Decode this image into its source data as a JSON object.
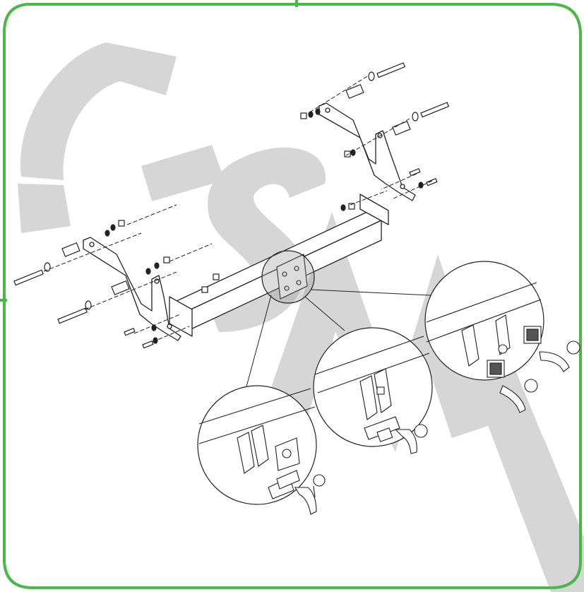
{
  "diagram": {
    "frame_color": "#4ab848",
    "watermark_color": "#d6d6d6",
    "watermark_text": "C-SMI",
    "line_color": "#222222",
    "parts": [
      "tow-bar-crossbeam",
      "left-mounting-bracket",
      "right-mounting-bracket",
      "long-bolt",
      "washer",
      "spacer-tube",
      "nut",
      "short-bolt"
    ],
    "variant_views": [
      "fixed-bolt-on-tow-ball",
      "detachable-tow-ball-with-lock",
      "detachable-tow-ball-with-electric-socket"
    ]
  }
}
